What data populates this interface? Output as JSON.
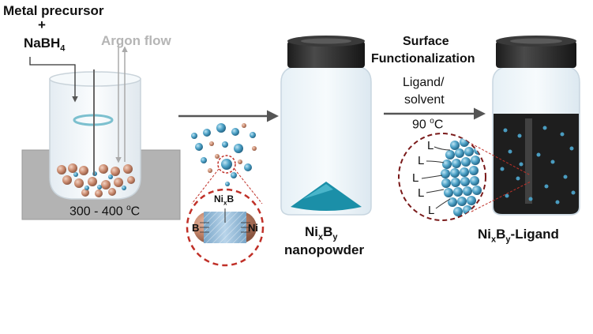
{
  "step1": {
    "precursor_line1": "Metal precursor",
    "plus": "+",
    "reductant_base": "NaBH",
    "reductant_sub": "4",
    "gas": "Argon flow",
    "temperature_prefix": "300 - 400 ",
    "temperature_sup": "o",
    "temperature_unit": "C"
  },
  "particle_inset": {
    "core_base": "Ni",
    "core_sub": "x",
    "core_end": "B",
    "left_label": "B",
    "right_label": "Ni"
  },
  "step2": {
    "product_base1": "Ni",
    "product_sub1": "x",
    "product_base2": "B",
    "product_sub2": "y",
    "product_line2": "nanopowder"
  },
  "step3": {
    "title_line1": "Surface",
    "title_line2": "Functionalization",
    "reagent_line1": "Ligand/",
    "reagent_line2": "solvent",
    "temp_value": "90 ",
    "temp_sup": "o",
    "temp_unit": "C",
    "ligand_symbol": "L",
    "product_base1": "Ni",
    "product_sub1": "x",
    "product_base2": "B",
    "product_sub2": "y",
    "product_suffix": "-Ligand"
  },
  "colors": {
    "copper_particle": "#c98a6e",
    "blue_particle": "#3f8fb5",
    "dashed_circle": "#c03028",
    "inset_dashed": "#7a1a1a",
    "powder": "#1b8fa8",
    "dark_solution": "#1e1e1e",
    "heater_block": "#b2b2b2",
    "arrow": "#555555"
  }
}
